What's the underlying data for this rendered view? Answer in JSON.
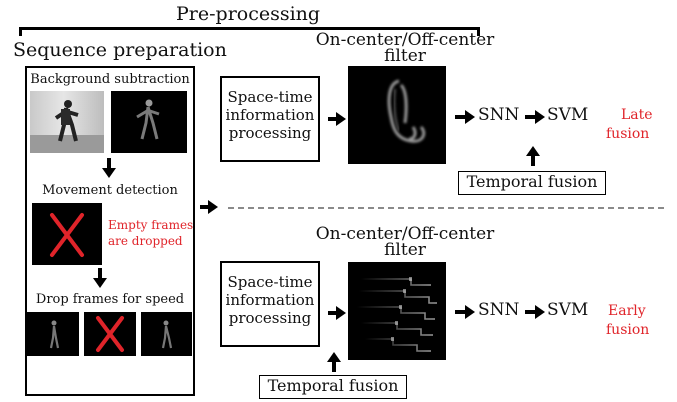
{
  "header": {
    "title": "Pre-processing"
  },
  "left_panel": {
    "title": "Sequence preparation",
    "step1": "Background subtraction",
    "step2": "Movement detection",
    "note_line1": "Empty frames",
    "note_line2": "are dropped",
    "step3": "Drop frames for speed"
  },
  "top_pipeline": {
    "stage_line1": "Space-time",
    "stage_line2": "information",
    "stage_line3": "processing",
    "filter_line1": "On-center/Off-center",
    "filter_line2": "filter",
    "snn": "SNN",
    "svm": "SVM",
    "fusion_type_line1": "Late",
    "fusion_type_line2": "fusion",
    "temporal_fusion": "Temporal fusion"
  },
  "bottom_pipeline": {
    "stage_line1": "Space-time",
    "stage_line2": "information",
    "stage_line3": "processing",
    "filter_line1": "On-center/Off-center",
    "filter_line2": "filter",
    "snn": "SNN",
    "svm": "SVM",
    "fusion_type_line1": "Early",
    "fusion_type_line2": "fusion",
    "temporal_fusion": "Temporal fusion"
  },
  "colors": {
    "accent_red": "#e0242a",
    "frame_bg": "#000000"
  }
}
